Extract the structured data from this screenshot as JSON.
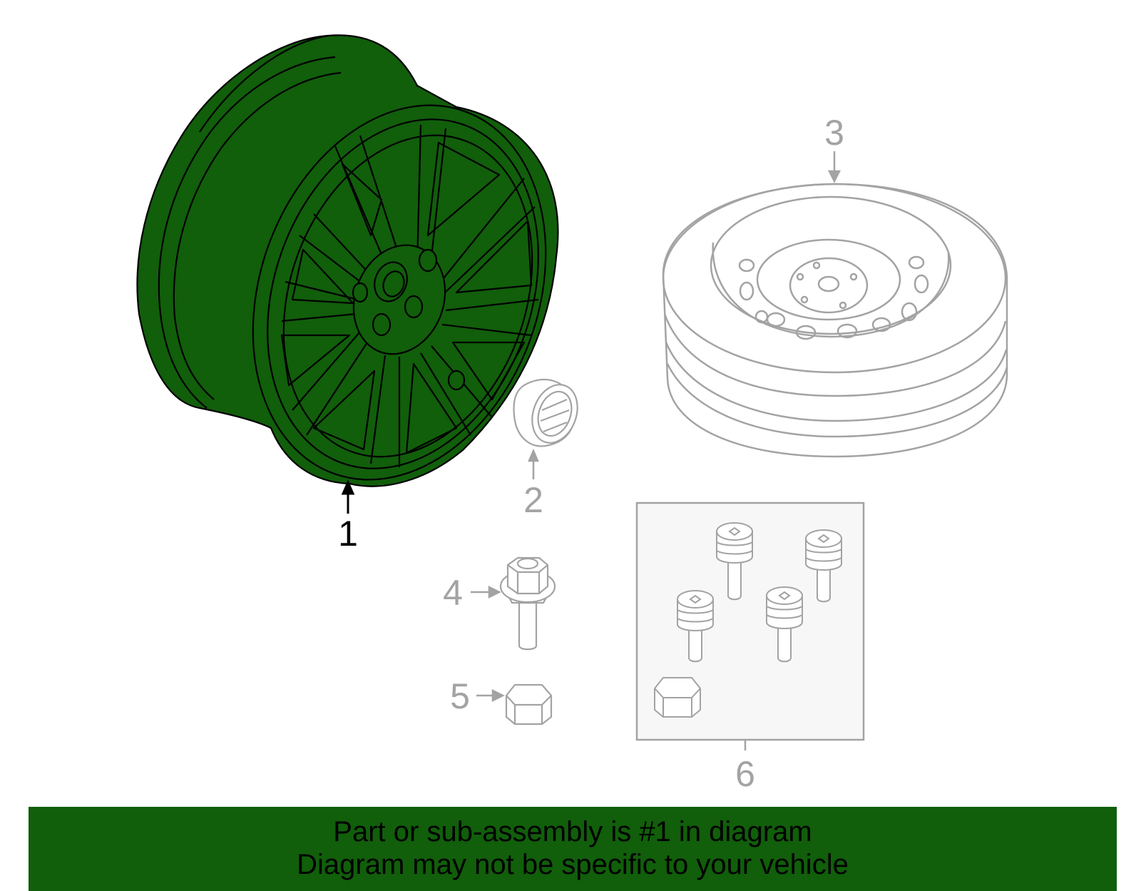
{
  "colors": {
    "highlight_fill": "#115e0b",
    "highlight_stroke": "#000000",
    "part_stroke": "#a3a3a3",
    "kit_box_fill": "#f7f7f7",
    "banner_background": "#115e0b"
  },
  "callouts": {
    "c1": "1",
    "c2": "2",
    "c3": "3",
    "c4": "4",
    "c5": "5",
    "c6": "6"
  },
  "parts": {
    "highlighted": "wheel",
    "items": [
      "wheel",
      "center-cap",
      "spare-wheel",
      "wheel-bolt",
      "bolt-cap",
      "locking-bolt-kit"
    ]
  },
  "banner": {
    "line1": "Part or sub-assembly is #1 in diagram",
    "line2": "Diagram may not be specific to your vehicle"
  }
}
